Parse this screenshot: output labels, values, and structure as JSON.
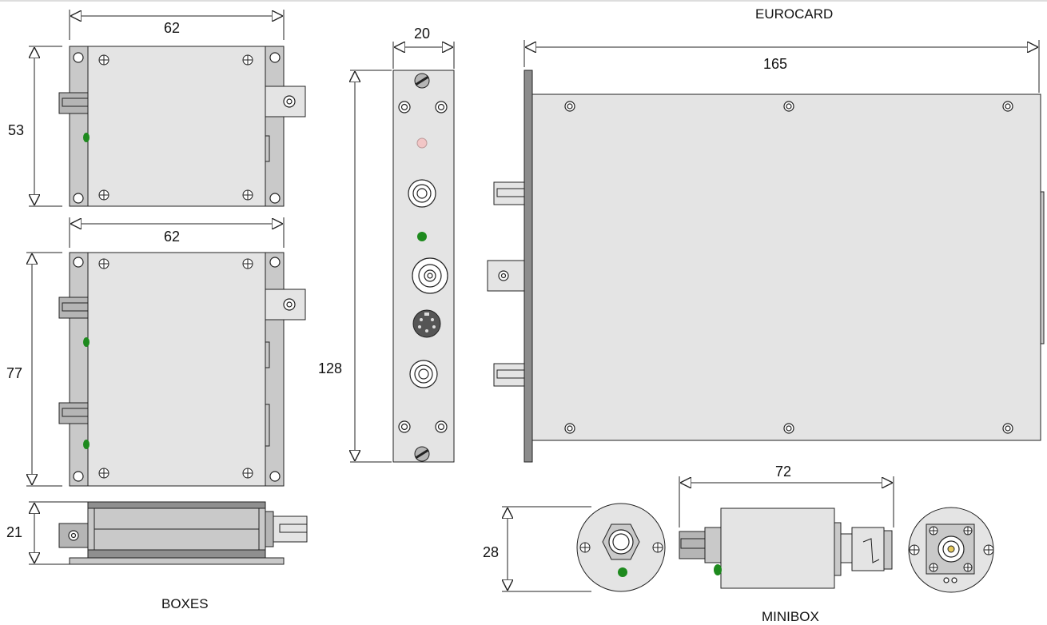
{
  "dimensions": {
    "box1_width": "62",
    "box1_height": "53",
    "box2_width": "62",
    "box2_height": "77",
    "box_side_height": "21",
    "front_panel_width": "20",
    "front_panel_height": "128",
    "eurocard_length": "165",
    "minibox_length": "72",
    "minibox_diameter": "28"
  },
  "labels": {
    "eurocard": "EUROCARD",
    "boxes": "BOXES",
    "minibox": "MINIBOX"
  },
  "colors": {
    "led_green": "#1e8a1e",
    "led_pink": "#f2c6c6",
    "body_grey": "#e4e4e4",
    "flange_grey": "#c9c9c9",
    "line": "#222222"
  }
}
